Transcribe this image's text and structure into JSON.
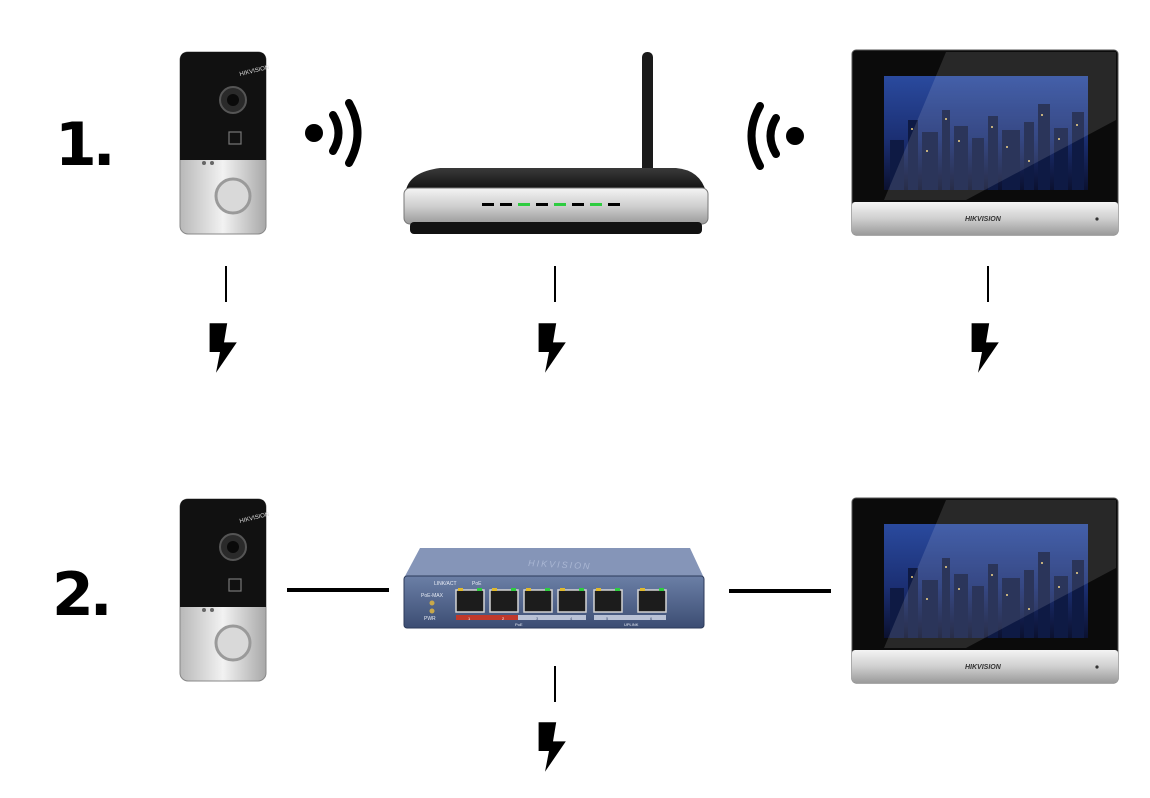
{
  "diagram": {
    "steps": [
      {
        "label": "1.",
        "connection": "wireless"
      },
      {
        "label": "2.",
        "connection": "wired"
      }
    ],
    "brand": "HIKVISION",
    "switch_labels": {
      "link_act": "LINK/ACT",
      "poe": "PoE",
      "poe_max": "PoE-MAX",
      "pwr": "PWR",
      "ports_poe": "PoE",
      "uplink": "UPLINK",
      "port_1": "1",
      "port_2": "2",
      "port_3": "3",
      "port_4": "4",
      "port_5": "5",
      "port_6": "6"
    },
    "icons": [
      "doorbell-icon",
      "router-icon",
      "monitor-icon",
      "poe-switch-icon",
      "wifi-signal-icon",
      "power-bolt-icon"
    ],
    "colors": {
      "led_green": "#2ecc40",
      "accent_red": "#c0392b",
      "switch_blue": "#4a5f86"
    }
  }
}
